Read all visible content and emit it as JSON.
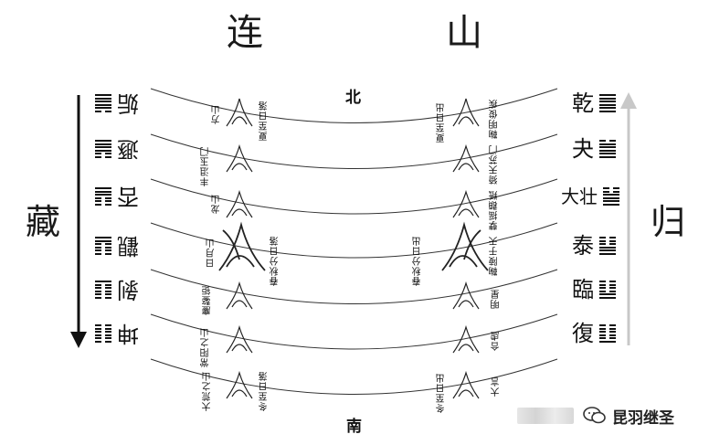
{
  "title": {
    "left": "连",
    "right": "山"
  },
  "directions": {
    "north": "北",
    "south": "南"
  },
  "sides": {
    "left": "藏",
    "right": "归"
  },
  "left_hexagrams": [
    {
      "name": "姤",
      "lines": [
        1,
        1,
        1,
        1,
        1,
        0
      ]
    },
    {
      "name": "遯",
      "lines": [
        1,
        1,
        1,
        1,
        0,
        0
      ]
    },
    {
      "name": "否",
      "lines": [
        1,
        1,
        1,
        0,
        0,
        0
      ]
    },
    {
      "name": "觀",
      "lines": [
        1,
        1,
        0,
        0,
        0,
        0
      ]
    },
    {
      "name": "剝",
      "lines": [
        1,
        0,
        0,
        0,
        0,
        0
      ]
    },
    {
      "name": "坤",
      "lines": [
        0,
        0,
        0,
        0,
        0,
        0
      ]
    }
  ],
  "right_hexagrams": [
    {
      "name": "乾",
      "lines": [
        1,
        1,
        1,
        1,
        1,
        1
      ]
    },
    {
      "name": "夬",
      "lines": [
        0,
        1,
        1,
        1,
        1,
        1
      ]
    },
    {
      "name": "大壮",
      "lines": [
        0,
        0,
        1,
        1,
        1,
        1
      ]
    },
    {
      "name": "泰",
      "lines": [
        0,
        0,
        0,
        1,
        1,
        1
      ]
    },
    {
      "name": "臨",
      "lines": [
        0,
        0,
        0,
        0,
        1,
        1
      ]
    },
    {
      "name": "復",
      "lines": [
        0,
        0,
        0,
        0,
        0,
        1
      ]
    }
  ],
  "labels": {
    "left_mountain_1": "方山",
    "left_sun_1": "夏至日落",
    "right_sun_1": "夏至日出",
    "right_mountain_1": "鞠明俊疾",
    "left_mountain_2": "丰沮玉门",
    "right_mountain_2": "猗天苏门",
    "left_mountain_3": "龙山",
    "right_mountain_3": "孽摇頵羝",
    "left_mountain_4": "日月山",
    "left_sun_4": "春秋分日落",
    "right_sun_4": "春秋分日出",
    "right_mountain_4": "鞠陵于天",
    "left_mountain_5": "鏖鏊钜",
    "right_mountain_5": "明星",
    "left_mountain_6": "常阳之山",
    "right_mountain_6": "合虚",
    "left_mountain_7": "大荒之山",
    "left_sun_7": "冬至日落",
    "right_sun_7": "冬至日出",
    "right_mountain_7": "大言"
  },
  "watermark": {
    "text": "昆羽继圣"
  }
}
